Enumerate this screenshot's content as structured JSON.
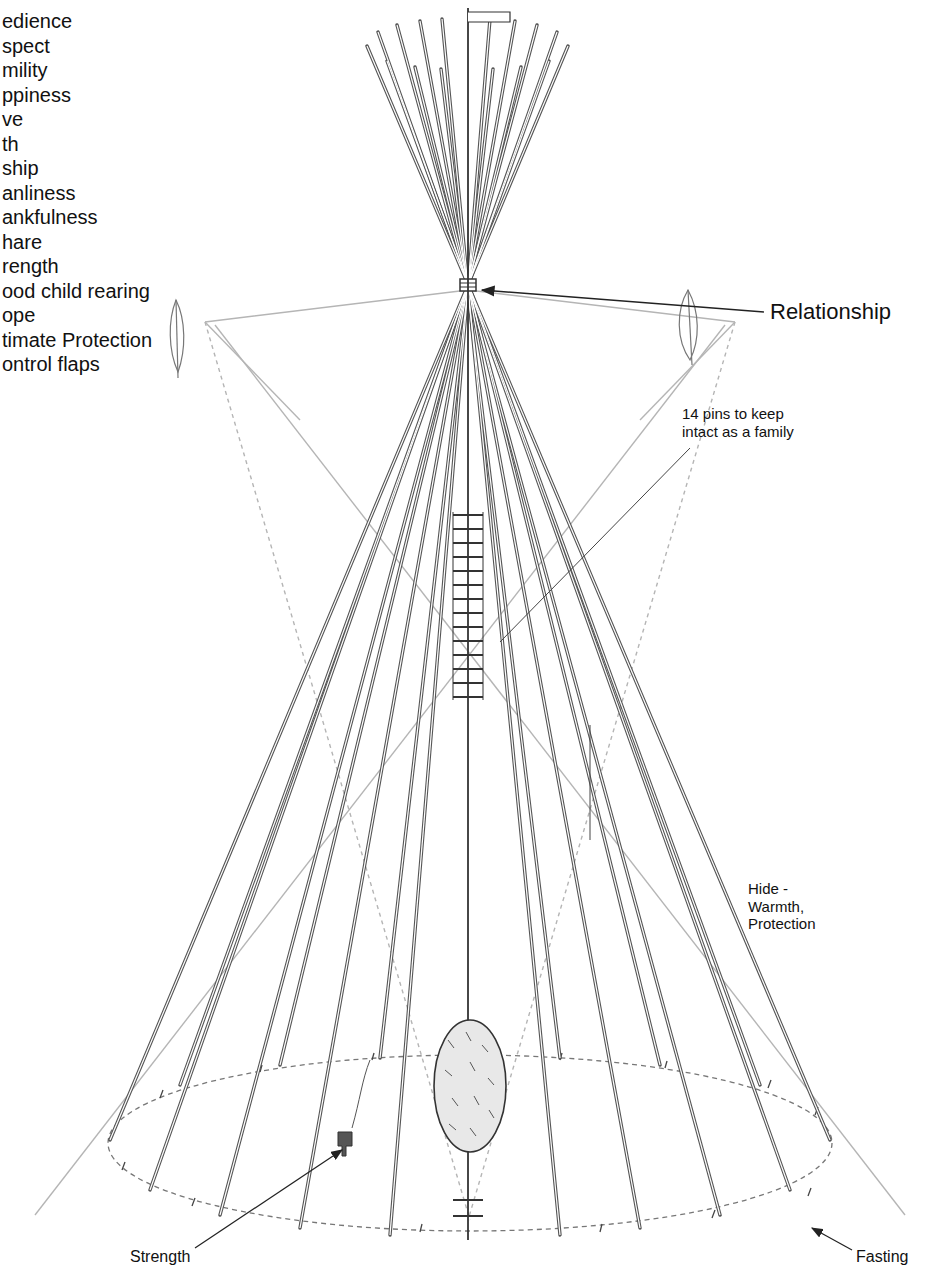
{
  "diagram": {
    "labels": [
      "edience",
      "spect",
      "mility",
      "ppiness",
      "ve",
      "th",
      "ship",
      "anliness",
      "ankfulness",
      "hare",
      "rength",
      "ood child rearing",
      "ope",
      "timate Protection",
      "ontrol flaps",
      "Relationship",
      "14 pins to keep intact as a family",
      "Hide - Warmth, Protection",
      "Strength",
      "Fasting"
    ]
  }
}
